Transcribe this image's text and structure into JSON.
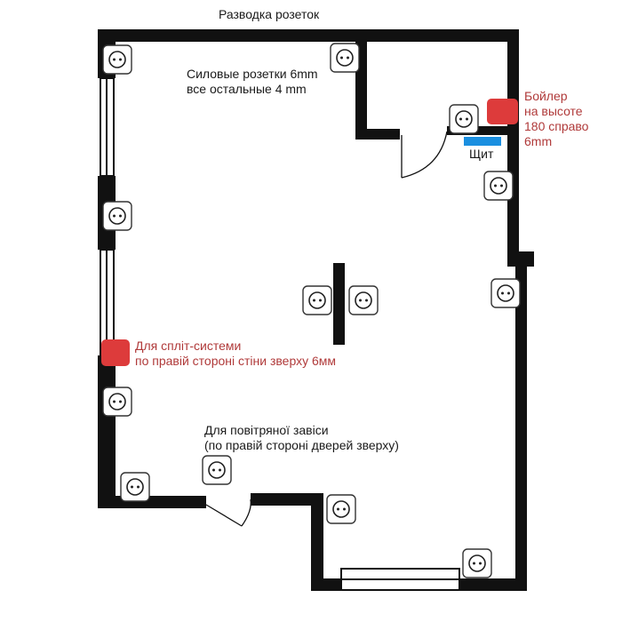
{
  "title": "Разводка розеток",
  "notes": {
    "power_line1": "Силовые розетки 6mm",
    "power_line2": "все остальные 4 mm"
  },
  "labels": {
    "boiler_lines": [
      "Бойлер",
      "на высоте",
      "180 справо",
      "6mm"
    ],
    "panel": "Щит",
    "split_lines": [
      "Для спліт-системи",
      "по правій стороні стіни зверху 6мм"
    ],
    "curtain_lines": [
      "Для повітряної завіси",
      "(по правій стороні дверей зверху)"
    ]
  },
  "colors": {
    "wall": "#111111",
    "marker": "#dd3b3b",
    "panel": "#1a8fe0",
    "red_text": "#b03a3a",
    "socket_border": "#333333"
  },
  "icons": {
    "socket": "socket-icon",
    "marker": "red-square-marker",
    "panel": "electrical-panel-bar"
  }
}
